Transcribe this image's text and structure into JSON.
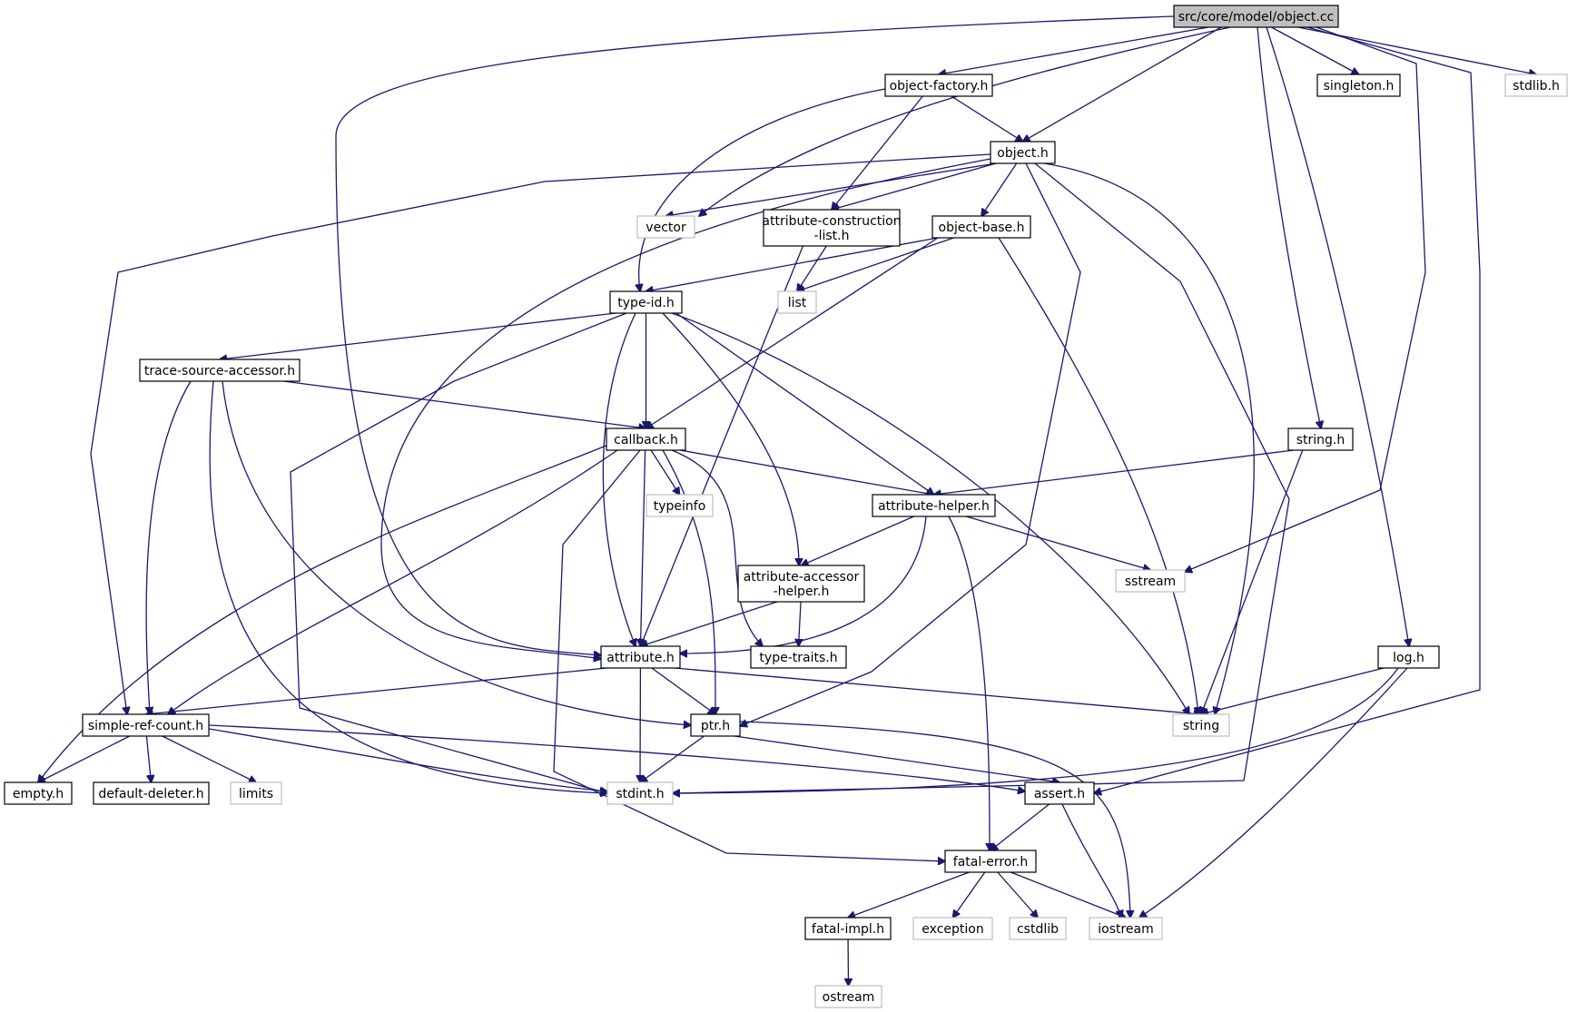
{
  "root": "src/core/model/object.cc",
  "nodes": [
    {
      "id": "object_cc",
      "label": [
        "src/core/model/object.cc"
      ],
      "kind": "root"
    },
    {
      "id": "object_factory_h",
      "label": [
        "object-factory.h"
      ],
      "kind": "file"
    },
    {
      "id": "singleton_h",
      "label": [
        "singleton.h"
      ],
      "kind": "file"
    },
    {
      "id": "stdlib_h",
      "label": [
        "stdlib.h"
      ],
      "kind": "system"
    },
    {
      "id": "object_h",
      "label": [
        "object.h"
      ],
      "kind": "file"
    },
    {
      "id": "vector",
      "label": [
        "vector"
      ],
      "kind": "system"
    },
    {
      "id": "attr_constr_h",
      "label": [
        "attribute-construction",
        "-list.h"
      ],
      "kind": "file"
    },
    {
      "id": "object_base_h",
      "label": [
        "object-base.h"
      ],
      "kind": "file"
    },
    {
      "id": "list",
      "label": [
        "list"
      ],
      "kind": "system"
    },
    {
      "id": "type_id_h",
      "label": [
        "type-id.h"
      ],
      "kind": "file"
    },
    {
      "id": "trace_src_h",
      "label": [
        "trace-source-accessor.h"
      ],
      "kind": "file"
    },
    {
      "id": "callback_h",
      "label": [
        "callback.h"
      ],
      "kind": "file"
    },
    {
      "id": "string_h",
      "label": [
        "string.h"
      ],
      "kind": "file"
    },
    {
      "id": "typeinfo",
      "label": [
        "typeinfo"
      ],
      "kind": "system"
    },
    {
      "id": "attr_helper_h",
      "label": [
        "attribute-helper.h"
      ],
      "kind": "file"
    },
    {
      "id": "attr_acc_h",
      "label": [
        "attribute-accessor",
        "-helper.h"
      ],
      "kind": "file"
    },
    {
      "id": "sstream",
      "label": [
        "sstream"
      ],
      "kind": "system"
    },
    {
      "id": "attribute_h",
      "label": [
        "attribute.h"
      ],
      "kind": "file"
    },
    {
      "id": "type_traits_h",
      "label": [
        "type-traits.h"
      ],
      "kind": "file"
    },
    {
      "id": "log_h",
      "label": [
        "log.h"
      ],
      "kind": "file"
    },
    {
      "id": "simple_ref_h",
      "label": [
        "simple-ref-count.h"
      ],
      "kind": "file"
    },
    {
      "id": "ptr_h",
      "label": [
        "ptr.h"
      ],
      "kind": "file"
    },
    {
      "id": "string",
      "label": [
        "string"
      ],
      "kind": "system"
    },
    {
      "id": "empty_h",
      "label": [
        "empty.h"
      ],
      "kind": "file"
    },
    {
      "id": "default_del_h",
      "label": [
        "default-deleter.h"
      ],
      "kind": "file"
    },
    {
      "id": "limits",
      "label": [
        "limits"
      ],
      "kind": "system"
    },
    {
      "id": "stdint_h",
      "label": [
        "stdint.h"
      ],
      "kind": "system"
    },
    {
      "id": "assert_h",
      "label": [
        "assert.h"
      ],
      "kind": "file"
    },
    {
      "id": "fatal_error_h",
      "label": [
        "fatal-error.h"
      ],
      "kind": "file"
    },
    {
      "id": "fatal_impl_h",
      "label": [
        "fatal-impl.h"
      ],
      "kind": "file"
    },
    {
      "id": "exception",
      "label": [
        "exception"
      ],
      "kind": "system"
    },
    {
      "id": "cstdlib",
      "label": [
        "cstdlib"
      ],
      "kind": "system"
    },
    {
      "id": "iostream",
      "label": [
        "iostream"
      ],
      "kind": "system"
    },
    {
      "id": "ostream",
      "label": [
        "ostream"
      ],
      "kind": "system"
    }
  ],
  "edges": [
    [
      "object_cc",
      "object_factory_h"
    ],
    [
      "object_cc",
      "singleton_h"
    ],
    [
      "object_cc",
      "stdlib_h"
    ],
    [
      "object_cc",
      "object_h"
    ],
    [
      "object_cc",
      "vector"
    ],
    [
      "object_cc",
      "attribute_h"
    ],
    [
      "object_cc",
      "sstream"
    ],
    [
      "object_cc",
      "string_h"
    ],
    [
      "object_cc",
      "log_h"
    ],
    [
      "object_cc",
      "assert_h"
    ],
    [
      "object_factory_h",
      "object_h"
    ],
    [
      "object_factory_h",
      "attr_constr_h"
    ],
    [
      "object_factory_h",
      "type_id_h"
    ],
    [
      "object_h",
      "vector"
    ],
    [
      "object_h",
      "attr_constr_h"
    ],
    [
      "object_h",
      "object_base_h"
    ],
    [
      "object_h",
      "simple_ref_h"
    ],
    [
      "object_h",
      "attribute_h"
    ],
    [
      "object_h",
      "ptr_h"
    ],
    [
      "object_h",
      "stdint_h"
    ],
    [
      "object_h",
      "string"
    ],
    [
      "attr_constr_h",
      "list"
    ],
    [
      "attr_constr_h",
      "attribute_h"
    ],
    [
      "object_base_h",
      "type_id_h"
    ],
    [
      "object_base_h",
      "list"
    ],
    [
      "object_base_h",
      "callback_h"
    ],
    [
      "object_base_h",
      "string"
    ],
    [
      "type_id_h",
      "trace_src_h"
    ],
    [
      "type_id_h",
      "callback_h"
    ],
    [
      "type_id_h",
      "attribute_h"
    ],
    [
      "type_id_h",
      "attr_helper_h"
    ],
    [
      "type_id_h",
      "attr_acc_h"
    ],
    [
      "type_id_h",
      "stdint_h"
    ],
    [
      "type_id_h",
      "string"
    ],
    [
      "trace_src_h",
      "callback_h"
    ],
    [
      "trace_src_h",
      "simple_ref_h"
    ],
    [
      "trace_src_h",
      "ptr_h"
    ],
    [
      "trace_src_h",
      "stdint_h"
    ],
    [
      "callback_h",
      "typeinfo"
    ],
    [
      "callback_h",
      "attr_helper_h"
    ],
    [
      "callback_h",
      "attribute_h"
    ],
    [
      "callback_h",
      "ptr_h"
    ],
    [
      "callback_h",
      "type_traits_h"
    ],
    [
      "callback_h",
      "simple_ref_h"
    ],
    [
      "callback_h",
      "empty_h"
    ],
    [
      "callback_h",
      "fatal_error_h"
    ],
    [
      "string_h",
      "attr_helper_h"
    ],
    [
      "string_h",
      "string"
    ],
    [
      "attr_helper_h",
      "attr_acc_h"
    ],
    [
      "attr_helper_h",
      "sstream"
    ],
    [
      "attr_helper_h",
      "attribute_h"
    ],
    [
      "attr_helper_h",
      "fatal_error_h"
    ],
    [
      "attr_acc_h",
      "attribute_h"
    ],
    [
      "attr_acc_h",
      "type_traits_h"
    ],
    [
      "attribute_h",
      "simple_ref_h"
    ],
    [
      "attribute_h",
      "ptr_h"
    ],
    [
      "attribute_h",
      "stdint_h"
    ],
    [
      "attribute_h",
      "string"
    ],
    [
      "log_h",
      "string"
    ],
    [
      "log_h",
      "stdint_h"
    ],
    [
      "log_h",
      "iostream"
    ],
    [
      "simple_ref_h",
      "empty_h"
    ],
    [
      "simple_ref_h",
      "default_del_h"
    ],
    [
      "simple_ref_h",
      "limits"
    ],
    [
      "simple_ref_h",
      "stdint_h"
    ],
    [
      "simple_ref_h",
      "assert_h"
    ],
    [
      "ptr_h",
      "stdint_h"
    ],
    [
      "ptr_h",
      "assert_h"
    ],
    [
      "ptr_h",
      "iostream"
    ],
    [
      "assert_h",
      "fatal_error_h"
    ],
    [
      "assert_h",
      "iostream"
    ],
    [
      "fatal_error_h",
      "fatal_impl_h"
    ],
    [
      "fatal_error_h",
      "exception"
    ],
    [
      "fatal_error_h",
      "cstdlib"
    ],
    [
      "fatal_error_h",
      "iostream"
    ],
    [
      "fatal_impl_h",
      "ostream"
    ]
  ]
}
